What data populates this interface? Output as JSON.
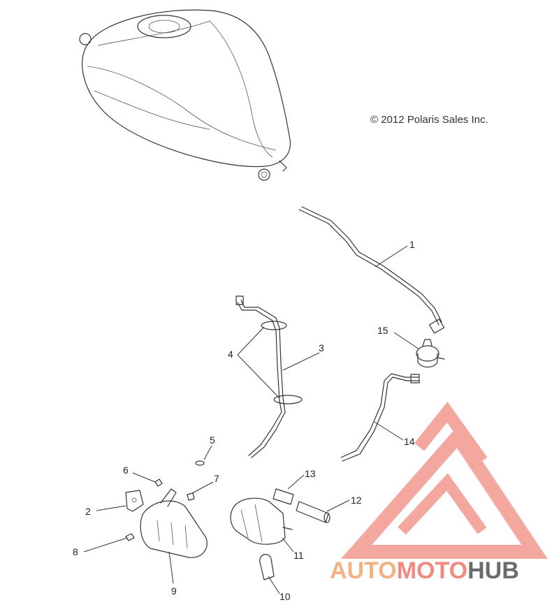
{
  "copyright": "© 2012 Polaris Sales Inc.",
  "callouts": [
    "1",
    "2",
    "3",
    "4",
    "5",
    "6",
    "7",
    "8",
    "9",
    "10",
    "11",
    "12",
    "13",
    "14",
    "15"
  ],
  "watermark": {
    "part1": "AUTO",
    "part2": "MOTO",
    "part3": "HUB",
    "color_light": "#f4b183",
    "color_red": "#f08a80",
    "color_dark": "#6b6b6b"
  }
}
